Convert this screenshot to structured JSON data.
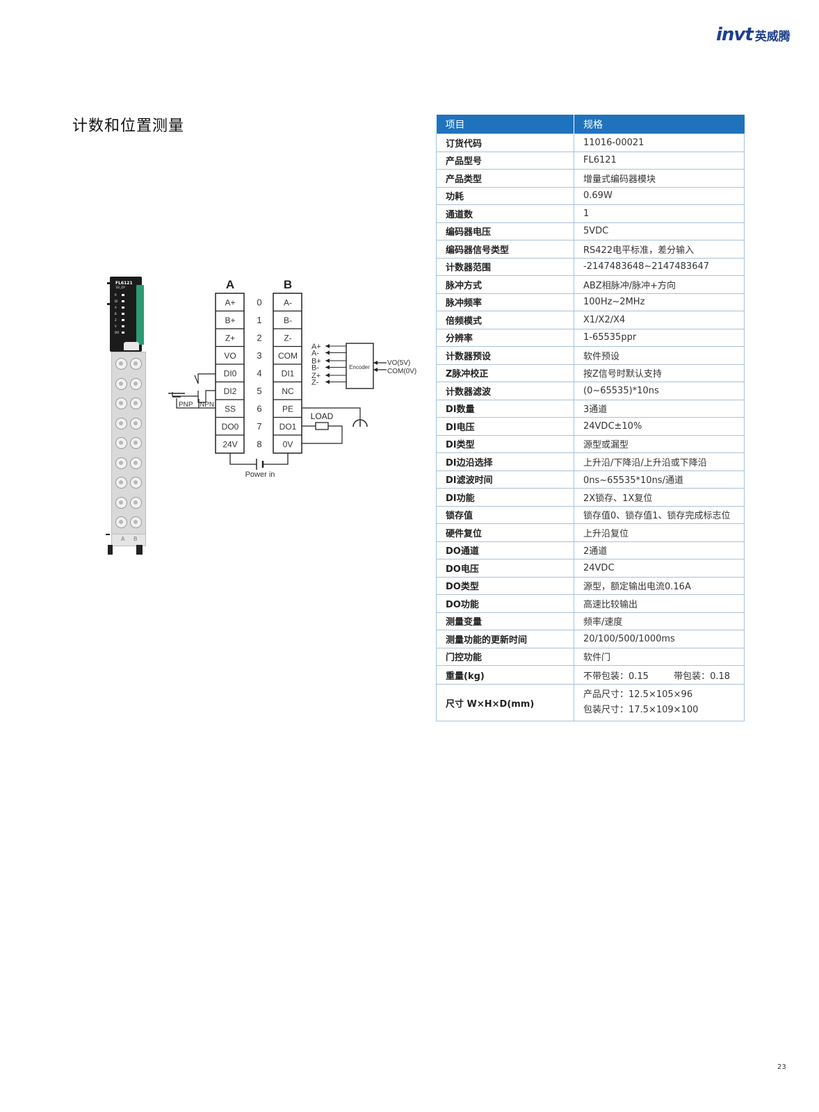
{
  "brand": {
    "name_en": "invt",
    "name_cn": "英威腾"
  },
  "page_title": "计数和位置测量",
  "module": {
    "model": "FL6121",
    "sub": "1EI_DP",
    "foot_a": "A",
    "foot_b": "B",
    "led_labels": [
      "R",
      "DI",
      "A",
      "B",
      "Z",
      "V",
      "DO"
    ]
  },
  "wiring": {
    "col_a_label": "A",
    "col_b_label": "B",
    "rows": [
      {
        "a": "A+",
        "num": "0",
        "b": "A-"
      },
      {
        "a": "B+",
        "num": "1",
        "b": "B-"
      },
      {
        "a": "Z+",
        "num": "2",
        "b": "Z-"
      },
      {
        "a": "VO",
        "num": "3",
        "b": "COM"
      },
      {
        "a": "DI0",
        "num": "4",
        "b": "DI1"
      },
      {
        "a": "DI2",
        "num": "5",
        "b": "NC"
      },
      {
        "a": "SS",
        "num": "6",
        "b": "PE"
      },
      {
        "a": "DO0",
        "num": "7",
        "b": "DO1"
      },
      {
        "a": "24V",
        "num": "8",
        "b": "0V"
      }
    ],
    "encoder_label": "Encoder",
    "encoder_signals": [
      "A+",
      "A-",
      "B+",
      "B-",
      "Z+",
      "Z-"
    ],
    "encoder_power": [
      "VO(5V)",
      "COM(0V)"
    ],
    "pnp_label": "PNP",
    "npn_label": "NPN",
    "load_label": "LOAD",
    "power_in_label": "Power in"
  },
  "spec_table": {
    "headers": [
      "项目",
      "规格"
    ],
    "rows": [
      {
        "k": "订货代码",
        "v": "11016-00021"
      },
      {
        "k": "产品型号",
        "v": "FL6121"
      },
      {
        "k": "产品类型",
        "v": "增量式编码器模块"
      },
      {
        "k": "功耗",
        "v": "0.69W"
      },
      {
        "k": "通道数",
        "v": "1"
      },
      {
        "k": "编码器电压",
        "v": "5VDC"
      },
      {
        "k": "编码器信号类型",
        "v": "RS422电平标准，差分输入"
      },
      {
        "k": "计数器范围",
        "v": "-2147483648~2147483647"
      },
      {
        "k": "脉冲方式",
        "v": "ABZ相脉冲/脉冲+方向"
      },
      {
        "k": "脉冲频率",
        "v": "100Hz~2MHz"
      },
      {
        "k": "倍频模式",
        "v": "X1/X2/X4"
      },
      {
        "k": "分辨率",
        "v": "1-65535ppr"
      },
      {
        "k": "计数器预设",
        "v": "软件预设"
      },
      {
        "k": "Z脉冲校正",
        "v": "按Z信号时默认支持"
      },
      {
        "k": "计数器滤波",
        "v": "(0~65535)*10ns"
      },
      {
        "k": "DI数量",
        "v": "3通道"
      },
      {
        "k": "DI电压",
        "v": "24VDC±10%"
      },
      {
        "k": "DI类型",
        "v": "源型或漏型"
      },
      {
        "k": "DI边沿选择",
        "v": "上升沿/下降沿/上升沿或下降沿"
      },
      {
        "k": "DI滤波时间",
        "v": "0ns~65535*10ns/通道"
      },
      {
        "k": "DI功能",
        "v": "2X锁存、1X复位"
      },
      {
        "k": "锁存值",
        "v": "锁存值0、锁存值1、锁存完成标志位"
      },
      {
        "k": "硬件复位",
        "v": "上升沿复位"
      },
      {
        "k": "DO通道",
        "v": "2通道"
      },
      {
        "k": "DO电压",
        "v": "24VDC"
      },
      {
        "k": "DO类型",
        "v": "源型，额定输出电流0.16A"
      },
      {
        "k": "DO功能",
        "v": "高速比较输出"
      },
      {
        "k": "测量变量",
        "v": "频率/速度"
      },
      {
        "k": "测量功能的更新时间",
        "v": "20/100/500/1000ms"
      },
      {
        "k": "门控功能",
        "v": "软件门"
      }
    ],
    "weight": {
      "k": "重量(kg)",
      "v1": "不带包装：0.15",
      "v2": "带包装：0.18"
    },
    "size": {
      "k": "尺寸 W×H×D(mm)",
      "v1": "产品尺寸：12.5×105×96",
      "v2": "包装尺寸：17.5×109×100"
    }
  },
  "page_number": "23"
}
